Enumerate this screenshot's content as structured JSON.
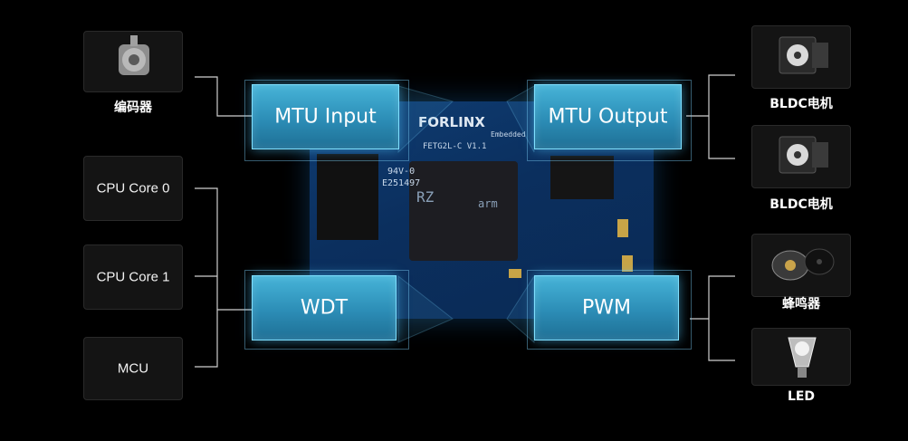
{
  "left_inputs": {
    "encoder_label": "编码器",
    "cpu_core_0": "CPU Core 0",
    "cpu_core_1": "CPU Core 1",
    "mcu": "MCU"
  },
  "functions": {
    "mtu_input": "MTU Input",
    "mtu_output": "MTU Output",
    "wdt": "WDT",
    "pwm": "PWM"
  },
  "right_outputs": {
    "bldc_1": "BLDC电机",
    "bldc_2": "BLDC电机",
    "buzzer": "蜂鸣器",
    "led": "LED"
  },
  "board": {
    "brand": "FORLINX",
    "brand_sub": "Embedded",
    "model": "FETG2L-C  V1.1",
    "chip_marking": "RZ",
    "arm_mark": "arm",
    "cert_code": "E251497",
    "rating": "94V-0"
  },
  "colors": {
    "accent": "#2c8db6",
    "glow": "#7fe0ff",
    "wire": "#cfcfcf",
    "box_bg": "#141414"
  }
}
